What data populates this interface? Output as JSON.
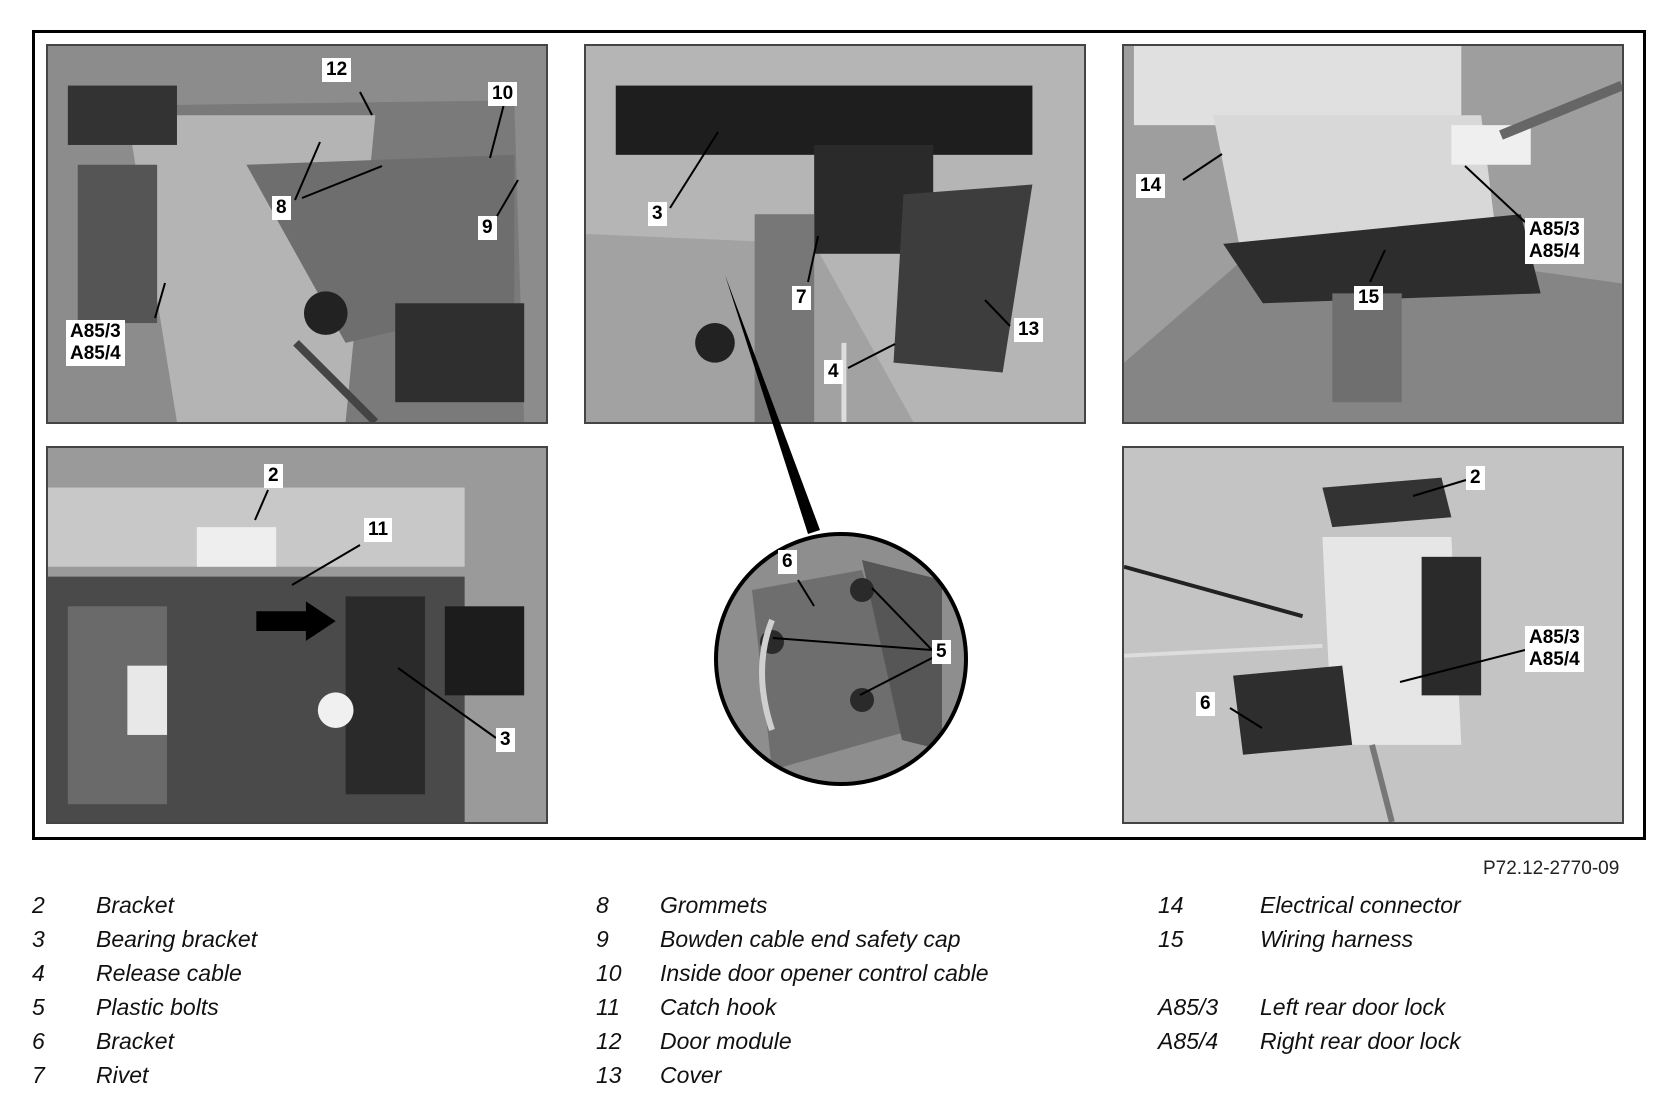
{
  "figure_ref": "P72.12-2770-09",
  "callouts": {
    "panel1": [
      "12",
      "10",
      "8",
      "9",
      "A85/3\nA85/4"
    ],
    "panel2": [
      "3",
      "7",
      "13",
      "4"
    ],
    "panel3": [
      "14",
      "A85/3\nA85/4",
      "15"
    ],
    "panel4": [
      "2",
      "11",
      "3"
    ],
    "inset": [
      "6",
      "5"
    ],
    "panel6": [
      "2",
      "A85/3\nA85/4",
      "6"
    ]
  },
  "legend": {
    "col1": [
      {
        "num": "2",
        "desc": "Bracket"
      },
      {
        "num": "3",
        "desc": "Bearing bracket"
      },
      {
        "num": "4",
        "desc": "Release cable"
      },
      {
        "num": "5",
        "desc": "Plastic bolts"
      },
      {
        "num": "6",
        "desc": "Bracket"
      },
      {
        "num": "7",
        "desc": "Rivet"
      }
    ],
    "col2": [
      {
        "num": "8",
        "desc": "Grommets"
      },
      {
        "num": "9",
        "desc": "Bowden cable end safety cap"
      },
      {
        "num": "10",
        "desc": "Inside door opener control cable"
      },
      {
        "num": "11",
        "desc": "Catch hook"
      },
      {
        "num": "12",
        "desc": "Door module"
      },
      {
        "num": "13",
        "desc": "Cover"
      }
    ],
    "col3": [
      {
        "num": "14",
        "desc": "Electrical connector"
      },
      {
        "num": "15",
        "desc": "Wiring harness"
      },
      {
        "num": "",
        "desc": ""
      },
      {
        "num": "A85/3",
        "desc": "Left rear door lock"
      },
      {
        "num": "A85/4",
        "desc": "Right rear door lock"
      }
    ]
  }
}
